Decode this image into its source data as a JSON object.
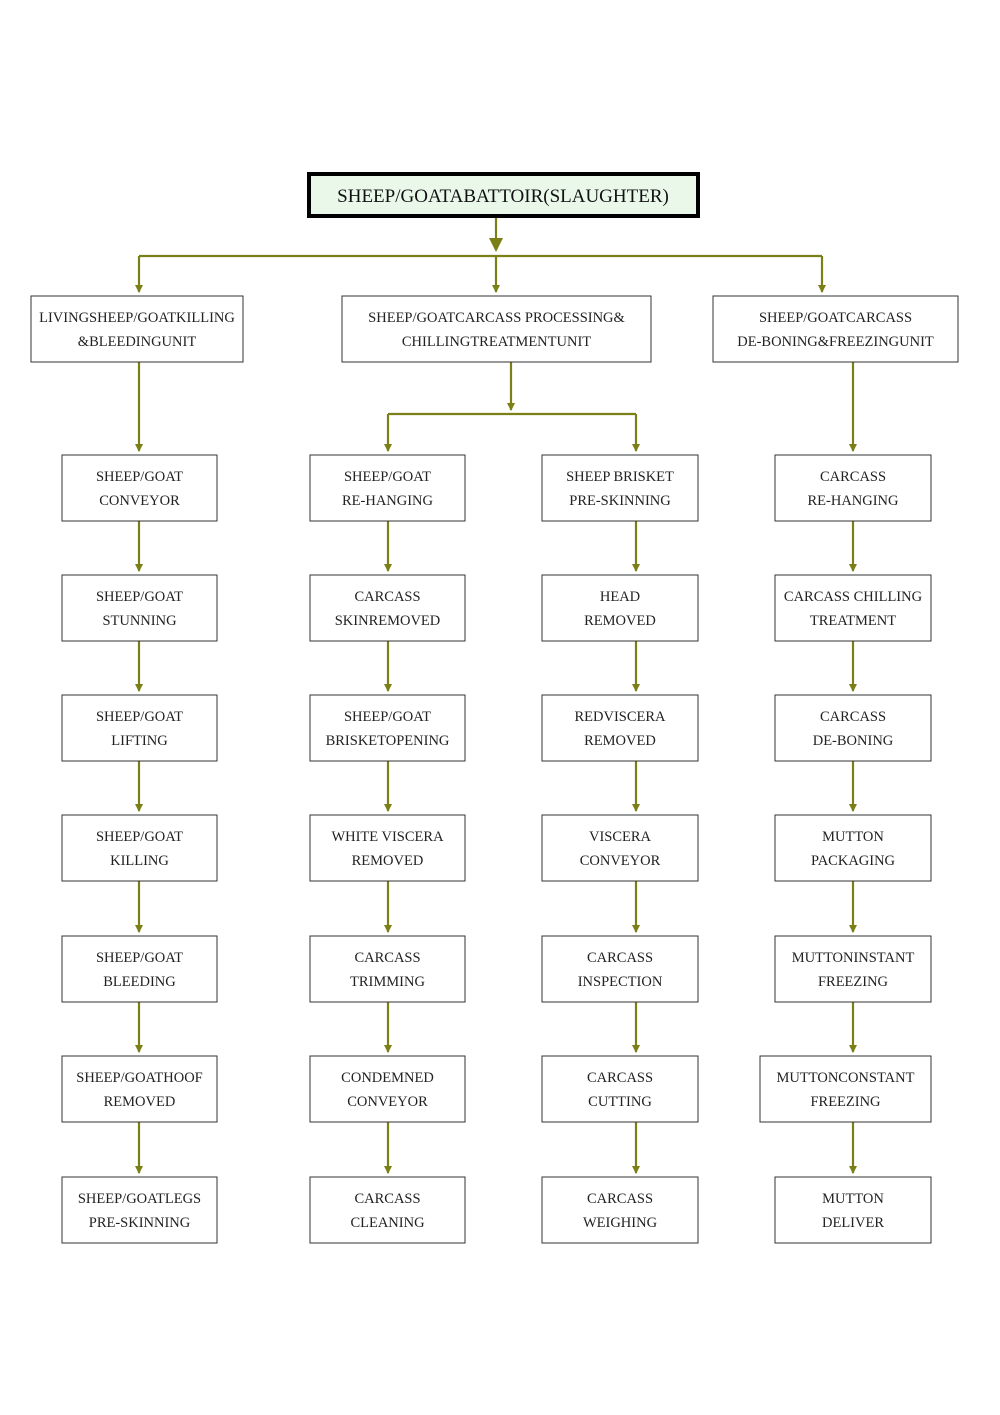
{
  "colors": {
    "connector": "#7a7f16",
    "box_border": "#333333",
    "root_fill": "#e9f8e9",
    "root_border": "#000000"
  },
  "root": {
    "label": "SHEEP/GOATABATTOIR(SLAUGHTER)"
  },
  "units": [
    {
      "id": "killing-unit",
      "lines": [
        "LIVINGSHEEP/GOATKILLING",
        "&BLEEDINGUNIT"
      ]
    },
    {
      "id": "processing-unit",
      "lines": [
        "SHEEP/GOATCARCASS PROCESSING&",
        "CHILLINGTREATMENTUNIT"
      ]
    },
    {
      "id": "deboning-unit",
      "lines": [
        "SHEEP/GOATCARCASS",
        "DE-BONING&FREEZINGUNIT"
      ]
    }
  ],
  "columns": [
    {
      "steps": [
        [
          "SHEEP/GOAT",
          "CONVEYOR"
        ],
        [
          "SHEEP/GOAT",
          "STUNNING"
        ],
        [
          "SHEEP/GOAT",
          "LIFTING"
        ],
        [
          "SHEEP/GOAT",
          "KILLING"
        ],
        [
          "SHEEP/GOAT",
          "BLEEDING"
        ],
        [
          "SHEEP/GOATHOOF",
          "REMOVED"
        ],
        [
          "SHEEP/GOATLEGS",
          "PRE-SKINNING"
        ]
      ]
    },
    {
      "steps": [
        [
          "SHEEP/GOAT",
          "RE-HANGING"
        ],
        [
          "CARCASS",
          "SKINREMOVED"
        ],
        [
          "SHEEP/GOAT",
          "BRISKETOPENING"
        ],
        [
          "WHITE VISCERA",
          "REMOVED"
        ],
        [
          "CARCASS",
          "TRIMMING"
        ],
        [
          "CONDEMNED",
          "CONVEYOR"
        ],
        [
          "CARCASS",
          "CLEANING"
        ]
      ]
    },
    {
      "steps": [
        [
          "SHEEP BRISKET",
          "PRE-SKINNING"
        ],
        [
          "HEAD",
          "REMOVED"
        ],
        [
          "REDVISCERA",
          "REMOVED"
        ],
        [
          "VISCERA",
          "CONVEYOR"
        ],
        [
          "CARCASS",
          "INSPECTION"
        ],
        [
          "CARCASS",
          "CUTTING"
        ],
        [
          "CARCASS",
          "WEIGHING"
        ]
      ]
    },
    {
      "steps": [
        [
          "CARCASS",
          "RE-HANGING"
        ],
        [
          "CARCASS CHILLING",
          "TREATMENT"
        ],
        [
          "CARCASS",
          "DE-BONING"
        ],
        [
          "MUTTON",
          "PACKAGING"
        ],
        [
          "MUTTONINSTANT",
          "FREEZING"
        ],
        [
          "MUTTONCONSTANT",
          "FREEZING"
        ],
        [
          "MUTTON",
          "DELIVER"
        ]
      ]
    }
  ]
}
